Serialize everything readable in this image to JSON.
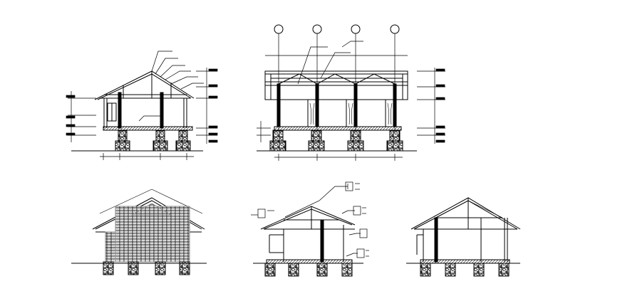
{
  "drawing": {
    "grid_markers": [
      "",
      "",
      "",
      ""
    ],
    "annotations_visible": false,
    "line_color": "#000000",
    "background_color": "#ffffff"
  },
  "views": [
    {
      "id": "section-left-top"
    },
    {
      "id": "section-main-top"
    },
    {
      "id": "elevation-left-bottom"
    },
    {
      "id": "section-middle-bottom"
    },
    {
      "id": "section-right-bottom"
    }
  ]
}
